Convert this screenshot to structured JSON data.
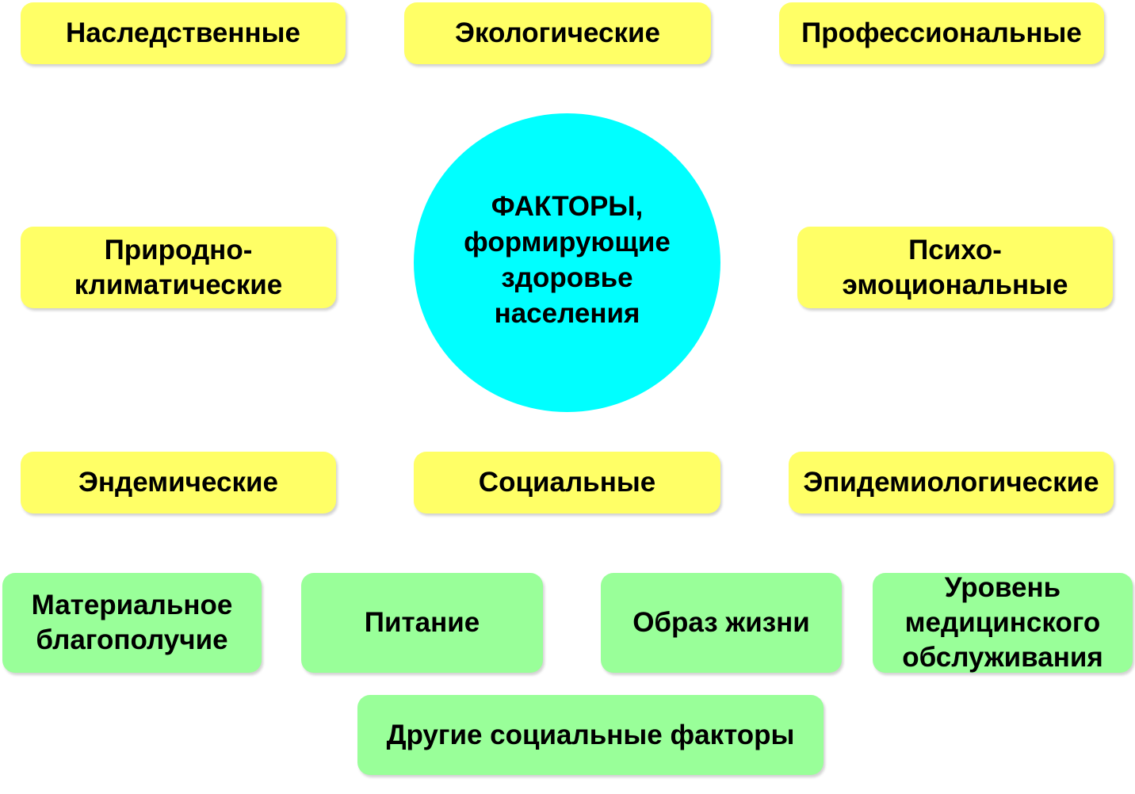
{
  "center": {
    "text": "ФАКТОРЫ,\nформирующие\nздоровье\nнаселения",
    "color": "#00ffff"
  },
  "factors": {
    "hereditary": "Наследственные",
    "ecological": "Экологические",
    "professional": "Профессиональные",
    "natural_climatic": "Природно-\nклиматические",
    "psycho_emotional": "Психо-\nэмоциональные",
    "endemic": "Эндемические",
    "social": "Социальные",
    "epidemiological": "Эпидемиологические"
  },
  "social_factors": {
    "material_wellbeing": "Материальное\nблагополучие",
    "nutrition": "Питание",
    "lifestyle": "Образ жизни",
    "medical_care_level": "Уровень\nмедицинского\nобслуживания",
    "other_social": "Другие социальные факторы"
  },
  "colors": {
    "factor_box": "#ffff66",
    "social_box": "#99ff99",
    "center_circle": "#00ffff"
  }
}
